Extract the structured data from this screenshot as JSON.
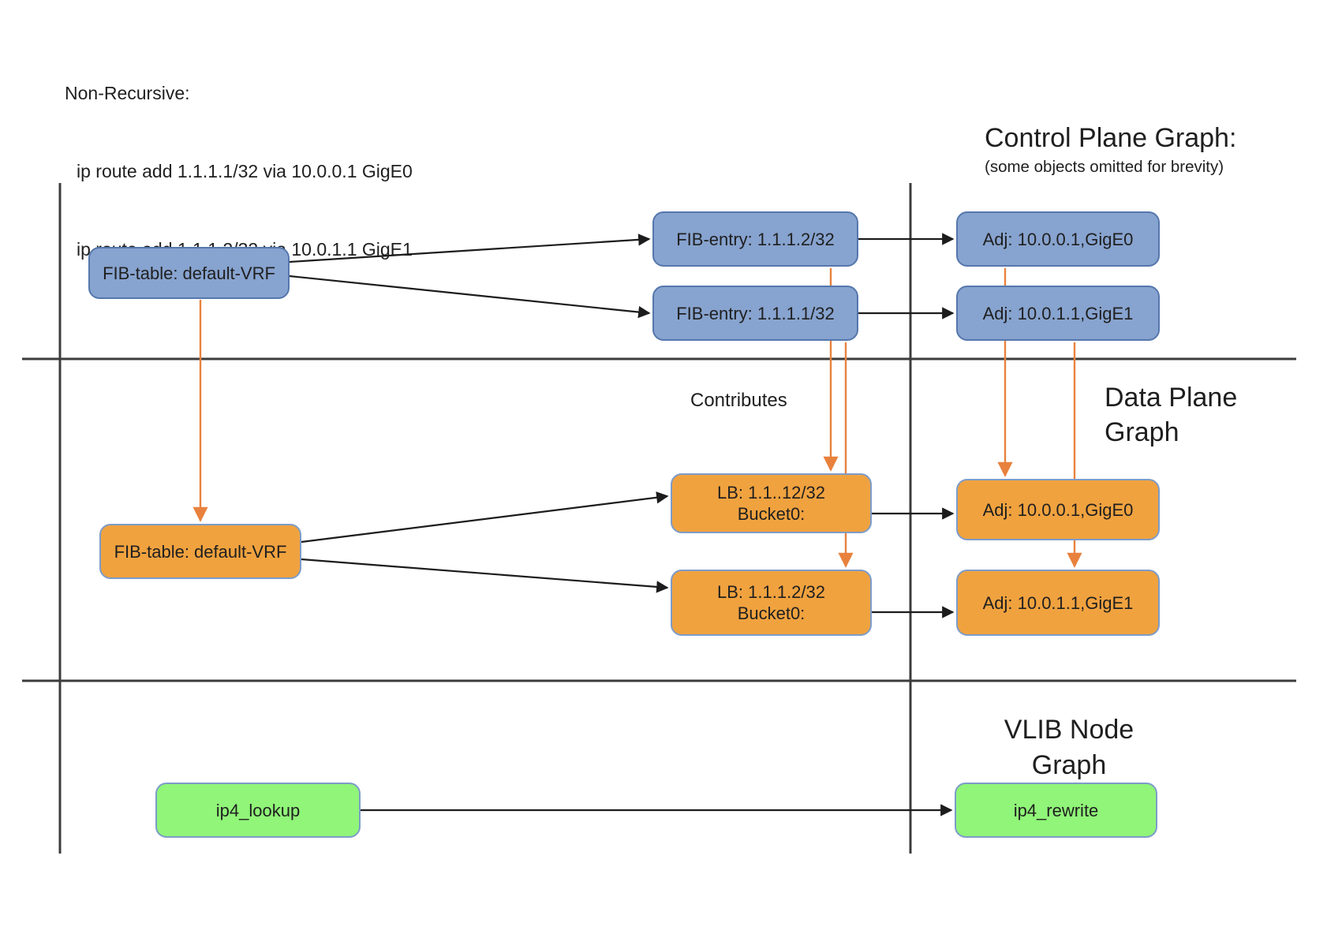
{
  "header": {
    "non_recursive_title": "Non-Recursive:",
    "commands": [
      "ip route add 1.1.1.1/32 via 10.0.0.1 GigE0",
      "ip route add 1.1.1.2/32 via 10.0.1.1 GigE1"
    ]
  },
  "sections": {
    "control_plane": {
      "title": "Control Plane Graph:",
      "subtitle": "(some objects omitted for brevity)"
    },
    "data_plane": {
      "title": "Data Plane Graph"
    },
    "vlib": {
      "title": "VLIB Node Graph"
    },
    "contributes_label": "Contributes"
  },
  "nodes": {
    "cp_fib_table": {
      "label": "FIB-table: default-VRF"
    },
    "cp_fib_entry_2": {
      "label": "FIB-entry: 1.1.1.2/32"
    },
    "cp_fib_entry_1": {
      "label": "FIB-entry: 1.1.1.1/32"
    },
    "cp_adj_0": {
      "label": "Adj: 10.0.0.1,GigE0"
    },
    "cp_adj_1": {
      "label": "Adj: 10.0.1.1,GigE1"
    },
    "dp_fib_table": {
      "label": "FIB-table: default-VRF"
    },
    "dp_lb_1": {
      "line1": "LB: 1.1..12/32",
      "line2": "Bucket0:"
    },
    "dp_lb_2": {
      "line1": "LB: 1.1.1.2/32",
      "line2": "Bucket0:"
    },
    "dp_adj_0": {
      "label": "Adj: 10.0.0.1,GigE0"
    },
    "dp_adj_1": {
      "label": "Adj: 10.0.1.1,GigE1"
    },
    "vlib_ip4_lookup": {
      "label": "ip4_lookup"
    },
    "vlib_ip4_rewrite": {
      "label": "ip4_rewrite"
    }
  },
  "colors": {
    "control_plane_node": "#87a3cf",
    "data_plane_node": "#f0a23f",
    "vlib_node": "#90f578",
    "node_border_blue": "#5577ad",
    "node_border_light": "#7d9cc9",
    "contribution_arrow": "#e8813d",
    "reference_arrow": "#1c1c1c"
  }
}
